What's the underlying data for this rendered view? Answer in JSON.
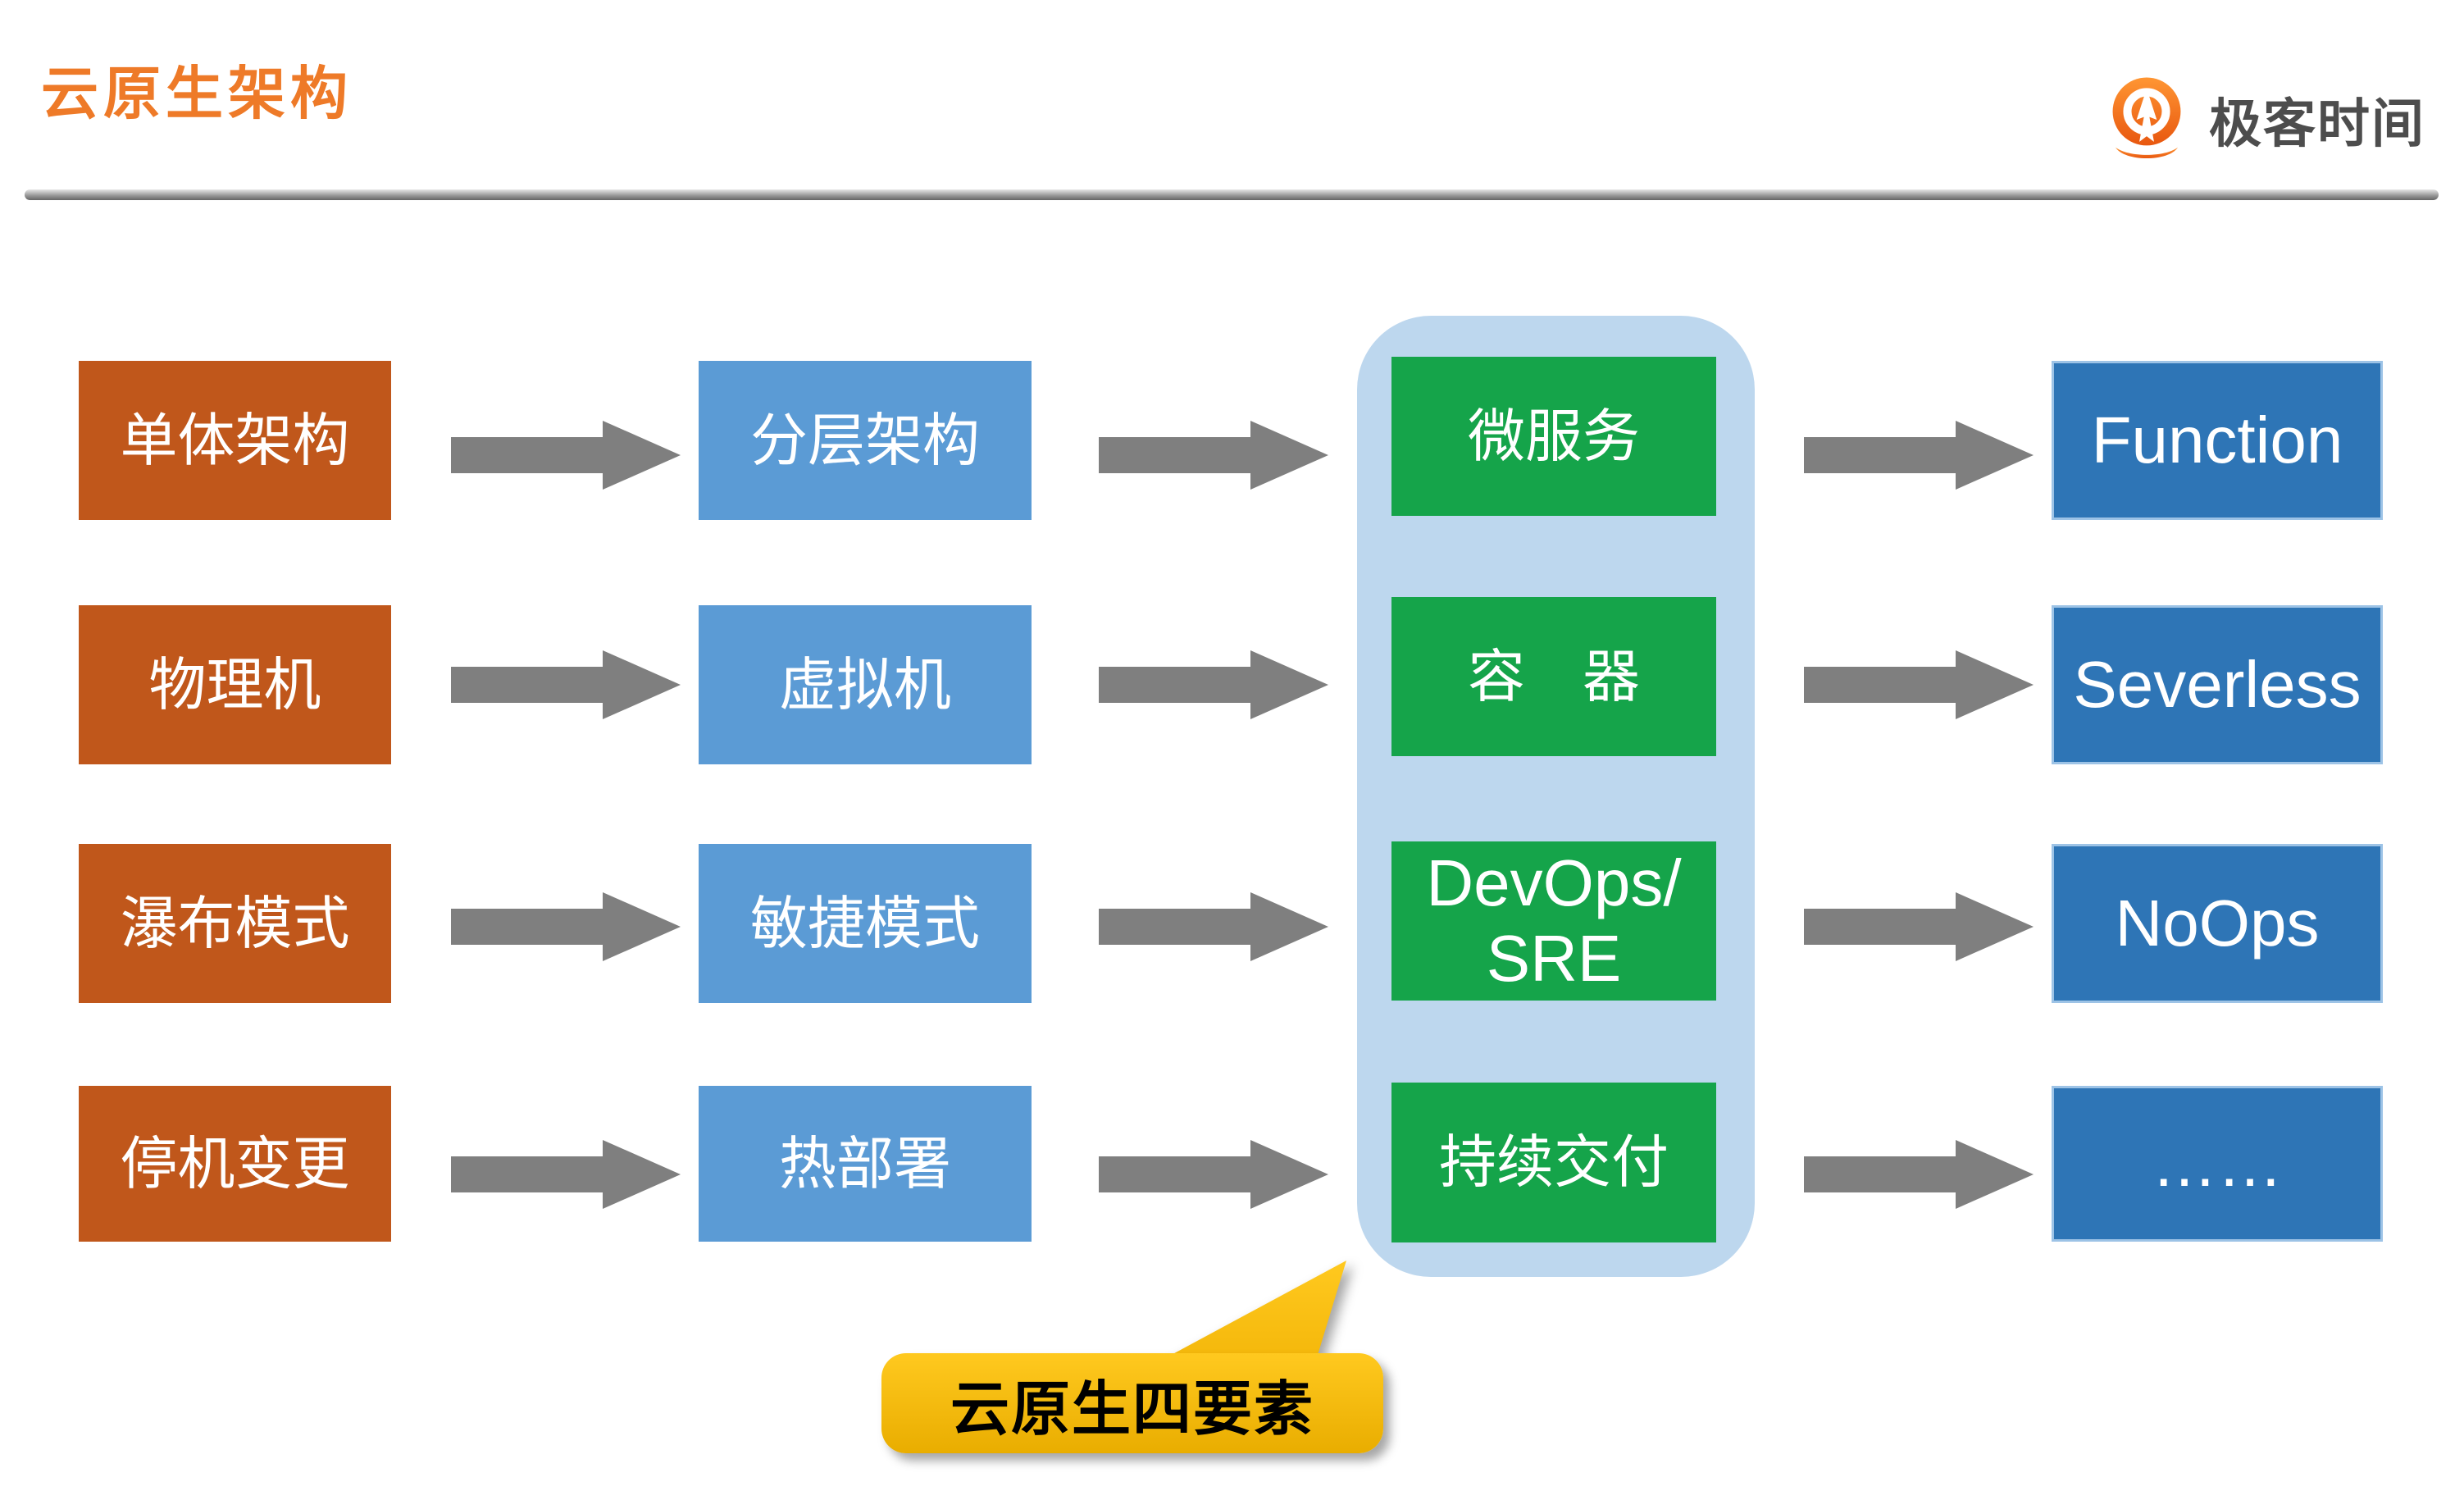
{
  "header": {
    "title": "云原生架构",
    "logo_text": "极客时间"
  },
  "palette": {
    "title_orange": "#EE7A28",
    "legacy_orange": "#C0571B",
    "mid_blue": "#5B9BD5",
    "green": "#15A44A",
    "dark_blue": "#2E75B6",
    "dark_blue_border": "#9DC3E6",
    "container_blue": "#BDD7EE",
    "arrow_gray": "#7F7F7F",
    "callout_gold_top": "#FFC91F",
    "callout_gold_bottom": "#E9AD00",
    "logo_orange_top": "#FF9633",
    "logo_orange_bottom": "#E8570F",
    "logo_text_gray": "#4D4D4D",
    "divider_bottom": "#666666"
  },
  "diagram": {
    "columns": [
      {
        "name": "legacy",
        "items": [
          "单体架构",
          "物理机",
          "瀑布模式",
          "停机变更"
        ]
      },
      {
        "name": "transition",
        "items": [
          "分层架构",
          "虚拟机",
          "敏捷模式",
          "热部署"
        ]
      },
      {
        "name": "cloud-native",
        "items": [
          "微服务",
          "容　器",
          "DevOps/\nSRE",
          "持续交付"
        ]
      },
      {
        "name": "future",
        "items": [
          "Function",
          "Severless",
          "NoOps",
          "……"
        ]
      }
    ],
    "callout_label": "云原生四要素"
  }
}
